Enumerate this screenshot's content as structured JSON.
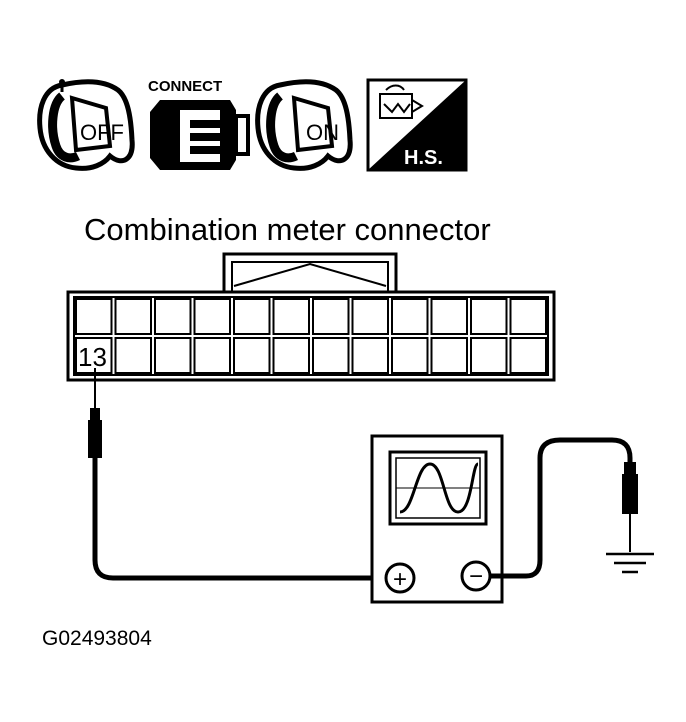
{
  "icons": {
    "key_off_label": "OFF",
    "connect_label": "CONNECT",
    "key_on_label": "ON",
    "hs_label": "H.S."
  },
  "title": "Combination meter connector",
  "connector": {
    "pin_label": "13"
  },
  "oscilloscope": {
    "plus_symbol": "+",
    "minus_symbol": "−"
  },
  "figure_id": "G02493804"
}
